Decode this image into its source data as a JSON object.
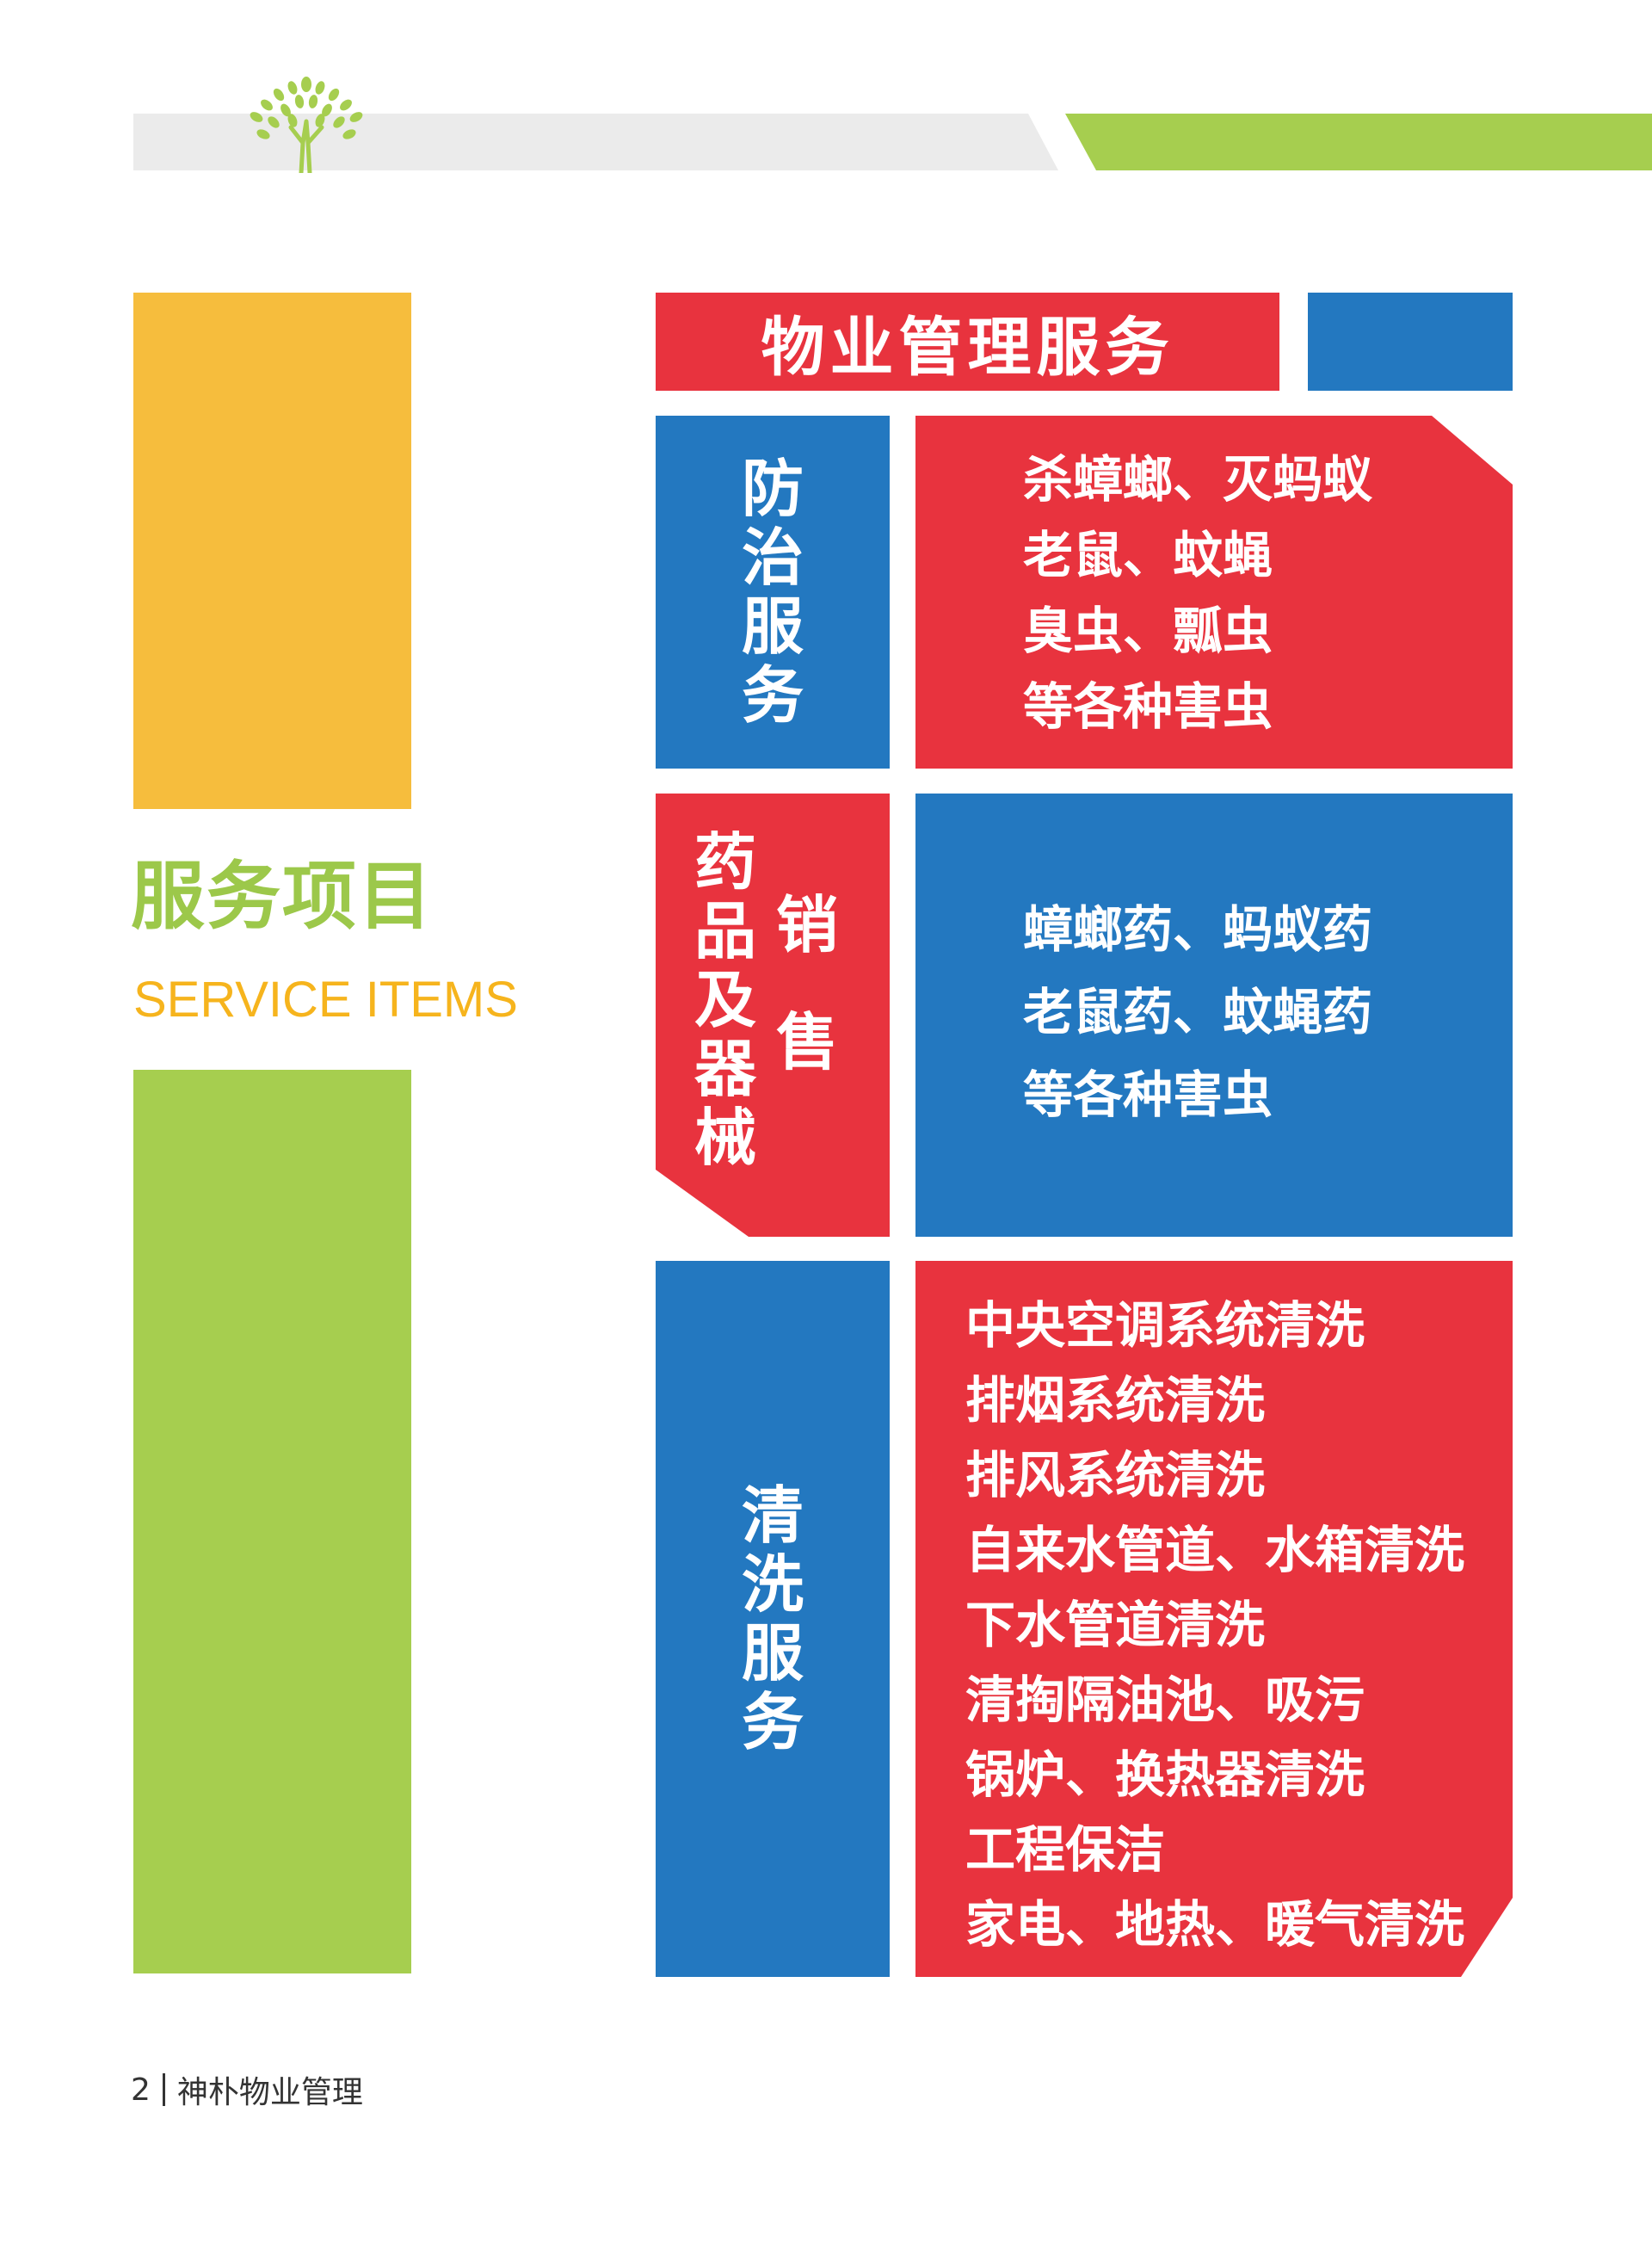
{
  "colors": {
    "red": "#e8333e",
    "blue": "#2378c0",
    "green": "#a6ce4f",
    "orange": "#f6bd3d",
    "gray": "#ebebeb"
  },
  "header": {
    "logo": "tree-logo-icon"
  },
  "section": {
    "title_cn": "服务项目",
    "title_en": "SERVICE ITEMS"
  },
  "title": "物业管理服务",
  "rows": [
    {
      "label_chars": [
        "防",
        "治",
        "服",
        "务"
      ],
      "lines": [
        "杀蟑螂、灭蚂蚁",
        "老鼠、蚊蝇",
        "臭虫、瓢虫",
        "等各种害虫"
      ]
    },
    {
      "label_col1": [
        "药",
        "品",
        "及",
        "器",
        "械"
      ],
      "label_col2": [
        "销",
        "售"
      ],
      "lines": [
        "蟑螂药、蚂蚁药",
        "老鼠药、蚊蝇药",
        "等各种害虫"
      ]
    },
    {
      "label_chars": [
        "清",
        "洗",
        "服",
        "务"
      ],
      "lines": [
        "中央空调系统清洗",
        "排烟系统清洗",
        "排风系统清洗",
        "自来水管道、水箱清洗",
        "下水管道清洗",
        "清掏隔油池、吸污",
        "锅炉、换热器清洗",
        "工程保洁",
        "家电、地热、暖气清洗"
      ]
    }
  ],
  "footer": {
    "page_number": "2",
    "company": "神朴物业管理"
  }
}
